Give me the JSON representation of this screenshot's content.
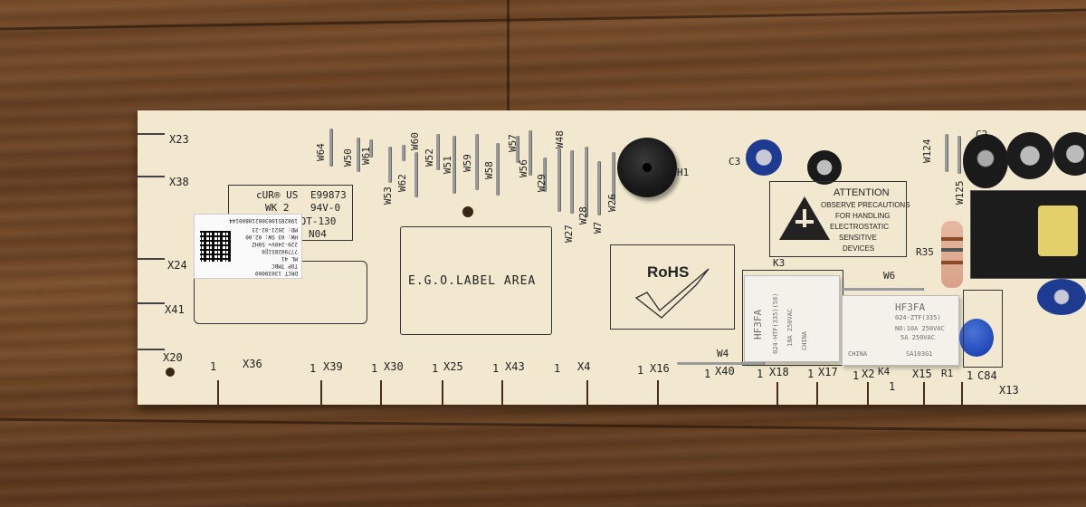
{
  "board": {
    "ul_label": {
      "lines": [
        "E99873",
        "94V-0",
        "MOT-130",
        "N04"
      ],
      "wk": "WK 2",
      "ur": "UR",
      "us": "US"
    },
    "label_area": "E.G.O.LABEL AREA",
    "rohs": "RoHS",
    "attention": {
      "title": "ATTENTION",
      "lines": [
        "OBSERVE PRECAUTIONS",
        "FOR HANDLING",
        "ELECTROSTATIC",
        "SENSITIVE",
        "DEVICES"
      ]
    },
    "side_labels": [
      "X23",
      "X38",
      "X24",
      "X41",
      "X20"
    ],
    "bottom_connectors": [
      "X36",
      "X39",
      "X30",
      "X25",
      "X43",
      "X4",
      "X16",
      "X40",
      "X18",
      "X17",
      "X2",
      "X15",
      "C84",
      "X13"
    ],
    "pin_one": "1",
    "jumpers": [
      "W64",
      "W50",
      "W61",
      "W60",
      "W53",
      "W62",
      "W52",
      "W51",
      "W59",
      "W58",
      "W57",
      "W56",
      "W48",
      "W29",
      "W27",
      "W28",
      "W7",
      "W26"
    ],
    "component_labels": {
      "h1": "H1",
      "c3": "C3",
      "w124": "W124",
      "w125": "W125",
      "c2": "C2",
      "r35": "R35",
      "k3": "K3",
      "w6": "W6",
      "w4": "W4",
      "k4": "K4",
      "r1": "R1"
    },
    "sticker_lines": [
      "DRCT  13039000",
      "TOP  TMBC",
      "ML 41",
      "777902851‖0",
      "220-240V≈ 50HZ",
      "HW: 03   SW: 02.00",
      "MD: 2021-02-23",
      "190285100300210800144"
    ],
    "relay_k3": {
      "model": "HF3FA",
      "sub": "024-HTF(335)(58)",
      "rating": "10A 250VAC",
      "origin": "CHINA"
    },
    "relay_k4": {
      "model": "HF3FA",
      "sub": "024-ZTF(335)",
      "rating1": "NO:10A 250VAC",
      "rating2": "5A 250VAC",
      "origin": "CHINA",
      "code": "SA103G1"
    }
  }
}
